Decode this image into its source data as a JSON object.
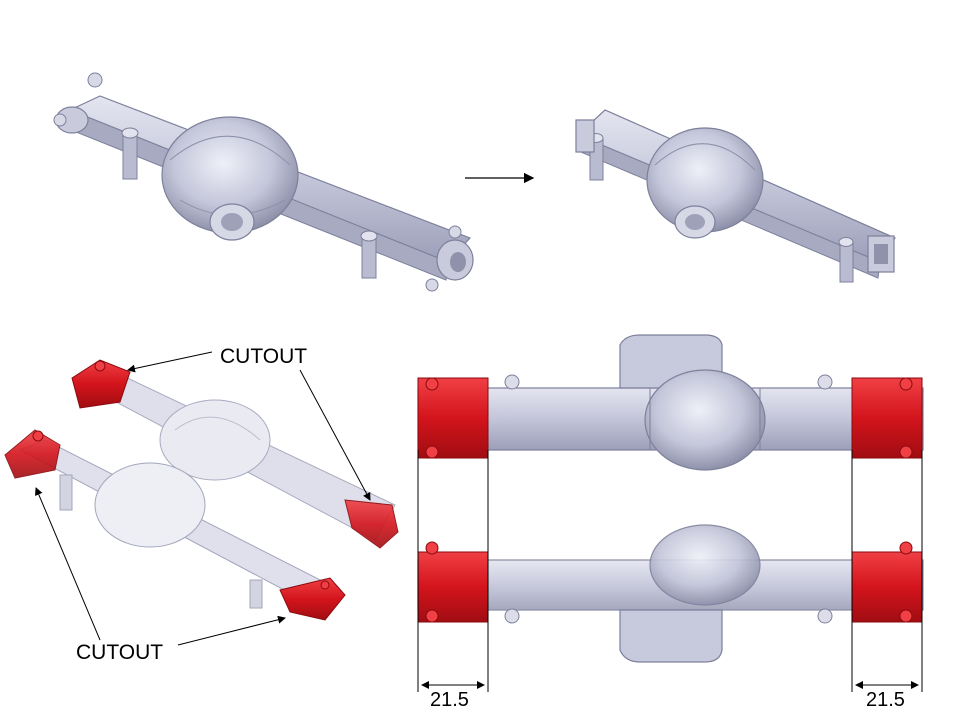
{
  "labels": {
    "cutout_top": "CUTOUT",
    "cutout_bottom": "CUTOUT"
  },
  "dimensions": {
    "left": "21.5",
    "right": "21.5"
  },
  "colors": {
    "housing": "#c8cadc",
    "housing_dark": "#8f92aa",
    "cutout": "#d4141c",
    "background": "#ffffff"
  },
  "panels": [
    "original-axle-housing",
    "modified-axle-housing",
    "cutout-perspective-views",
    "cutout-section-views"
  ]
}
